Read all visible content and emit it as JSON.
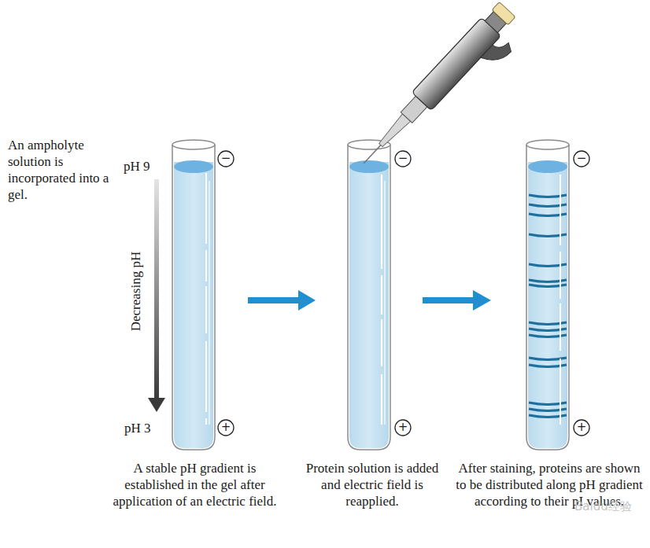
{
  "diagram": {
    "labels": [
      "An ampholyte solution is incorporated into a gel.",
      "pH 9",
      "Decreasing pH",
      "pH 3",
      "−",
      "+",
      "−",
      "+",
      "−",
      "+",
      "A stable pH gradient is established in the gel after application of an electric field.",
      "Protein solution is added and electric field is reapplied.",
      "After staining, proteins are shown to be distributed along pH gradient according to their pI values.",
      "Baidu经验"
    ]
  }
}
